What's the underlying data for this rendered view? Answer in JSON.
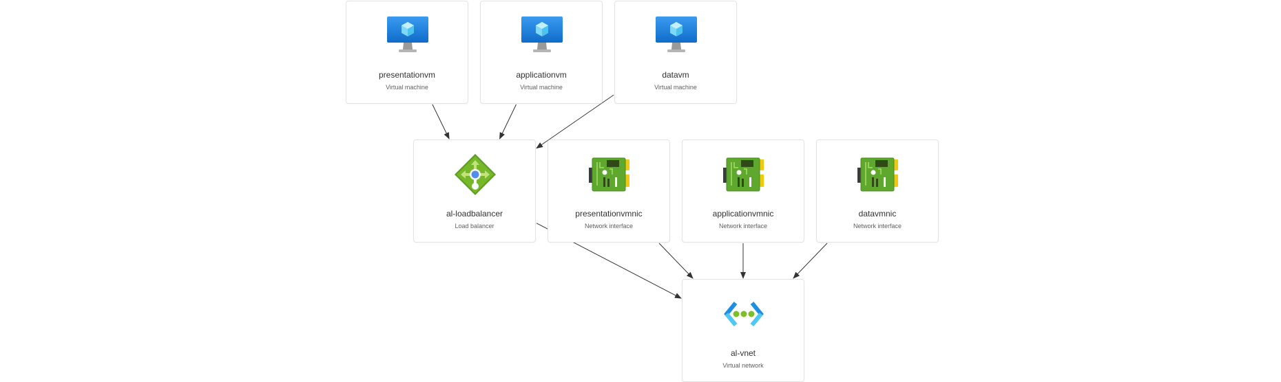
{
  "diagram": {
    "nodes": [
      {
        "id": "presentationvm",
        "name": "presentationvm",
        "type": "Virtual machine",
        "icon": "virtual-machine-icon"
      },
      {
        "id": "applicationvm",
        "name": "applicationvm",
        "type": "Virtual machine",
        "icon": "virtual-machine-icon"
      },
      {
        "id": "datavm",
        "name": "datavm",
        "type": "Virtual machine",
        "icon": "virtual-machine-icon"
      },
      {
        "id": "al-loadbalancer",
        "name": "al-loadbalancer",
        "type": "Load balancer",
        "icon": "load-balancer-icon"
      },
      {
        "id": "presentationvmnic",
        "name": "presentationvmnic",
        "type": "Network interface",
        "icon": "network-interface-icon"
      },
      {
        "id": "applicationvmnic",
        "name": "applicationvmnic",
        "type": "Network interface",
        "icon": "network-interface-icon"
      },
      {
        "id": "datavmnic",
        "name": "datavmnic",
        "type": "Network interface",
        "icon": "network-interface-icon"
      },
      {
        "id": "al-vnet",
        "name": "al-vnet",
        "type": "Virtual network",
        "icon": "virtual-network-icon"
      }
    ],
    "edges": [
      {
        "from": "presentationvm",
        "to": "al-loadbalancer"
      },
      {
        "from": "applicationvm",
        "to": "al-loadbalancer"
      },
      {
        "from": "datavm",
        "to": "al-loadbalancer"
      },
      {
        "from": "al-loadbalancer",
        "to": "al-vnet"
      },
      {
        "from": "presentationvmnic",
        "to": "al-vnet"
      },
      {
        "from": "applicationvmnic",
        "to": "al-vnet"
      },
      {
        "from": "datavmnic",
        "to": "al-vnet"
      }
    ],
    "colors": {
      "edge": "#333333",
      "card_border": "#e3e3e3",
      "vm_blue": "#1e7fe0",
      "nic_green": "#5ea82d",
      "lb_green": "#76b82a",
      "vnet_blue": "#1e8fe0"
    }
  }
}
